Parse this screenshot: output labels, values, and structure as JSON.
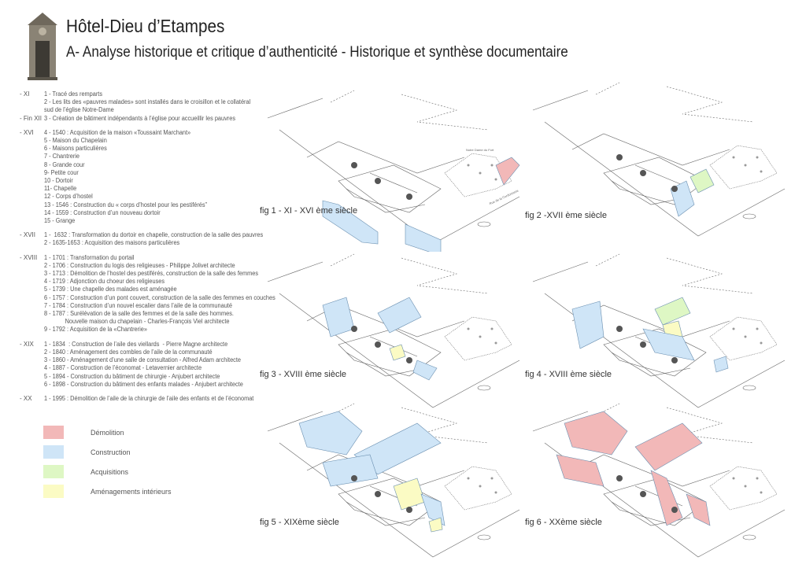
{
  "header": {
    "title": "Hôtel-Dieu d’Etampes",
    "subtitle": "A- Analyse historique et critique d’authenticité - Historique et synthèse documentaire"
  },
  "periods": [
    {
      "label": "- XI",
      "items": [
        "1 - Tracé des remparts",
        "2 - Les lits des «pauvres malades» sont installés dans le croisillon et le collatéral",
        "sud de l’église Notre-Dame"
      ]
    },
    {
      "label": "- Fin XII",
      "items": [
        "3 - Création de bâtiment indépendants à l’église pour accueillir les pauvres"
      ]
    },
    {
      "label": "- XVI",
      "items": [
        "4 - 1540 : Acquisition de la maison «Toussaint Marchant»",
        "5 - Maison du Chapelain",
        "6 - Maisons particulières",
        "7 - Chantrerie",
        "8 - Grande cour",
        "9- Petite cour",
        "10 - Dortoir",
        "11- Chapelle",
        "12 - Corps d’hostel",
        "13 - 1546 : Construction du « corps d’hostel pour les pestiférés”",
        "14 - 1559 : Construction d’un nouveau dortoir",
        "15 - Grange"
      ]
    },
    {
      "label": "- XVII",
      "items": [
        "1 -  1632 : Transformation du dortoir en chapelle, construction de la salle des pauvres",
        "2 - 1635-1653 : Acquisition des maisons particulières"
      ]
    },
    {
      "label": "- XVIII",
      "items": [
        "1 - 1701 : Transformation du portail",
        "2 - 1706 : Construction du logis des religieuses - Philippe Jolivet architecte",
        "3 - 1713 : Démolition de l’hostel des pestiférés, construction de la salle des femmes",
        "4 - 1719 : Adjonction du choeur des religieuses",
        "5 - 1739 : Une chapelle des malades est aménagée",
        "6 - 1757 : Construction d’un pont couvert, construction de la salle des femmes en couches",
        "7 - 1784 : Construction d’un nouvel escalier dans l’aile de la communauté",
        "8 - 1787 : Surélévation de la salle des femmes et de la salle des hommes.",
        "             Nouvelle maison du chapelain - Charles-François Viel architecte",
        "9 - 1792 : Acquisition de la «Chantrerie»"
      ]
    },
    {
      "label": "- XIX",
      "items": [
        "1 - 1834  : Construction de l’aile des viellards  - Pierre Magne architecte",
        "2 - 1840 : Aménagement des combles de l’aile de la communauté",
        "3 - 1860 - Aménagement d’une salle de consultation - Alfred Adam architecte",
        "4 - 1887 - Construction de l’économat - Letavernier architecte",
        "5 - 1894 - Construction du bâtiment de chirurgie - Anjubert architecte",
        "6 - 1898 - Construction du bâtiment des enfants malades - Anjubert architecte"
      ]
    },
    {
      "label": "- XX",
      "items": [
        "1 - 1995 : Démolition de l’aile de la chirurgie de l’aile des enfants et de l’économat"
      ]
    }
  ],
  "legend": [
    {
      "label": "Démolition",
      "color": "#f2b8b8"
    },
    {
      "label": "Construction",
      "color": "#cfe5f7"
    },
    {
      "label": "Acquisitions",
      "color": "#def7c4"
    },
    {
      "label": "Aménagements intérieurs",
      "color": "#fbfbc4"
    }
  ],
  "figures": [
    {
      "caption": "fig 1 - XI - XVI ème siècle",
      "street_labels": [
        "Notre Dame du Fort",
        "Rue de la Cordonnerie"
      ]
    },
    {
      "caption": "fig 2 -XVII ème siècle"
    },
    {
      "caption": "fig 3 - XVIII ème siècle"
    },
    {
      "caption": "fig 4 - XVIII ème siècle"
    },
    {
      "caption": "fig 5 - XIXème siècle"
    },
    {
      "caption": "fig 6 - XXème siècle"
    }
  ]
}
